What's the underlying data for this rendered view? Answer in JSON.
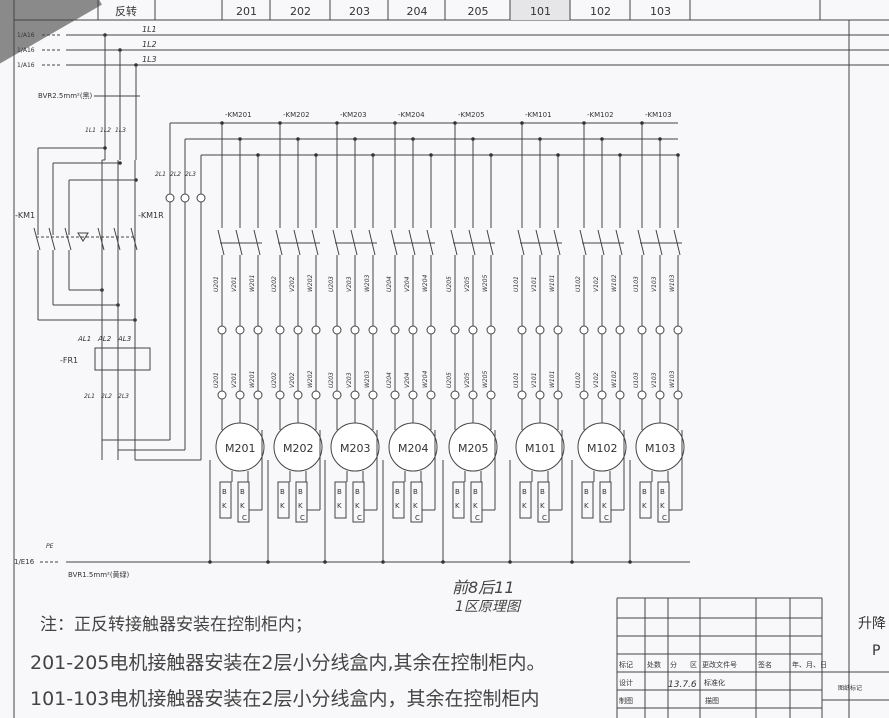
{
  "header_row": {
    "reverse_label": "反转",
    "columns": [
      "201",
      "202",
      "203",
      "204",
      "205",
      "101",
      "102",
      "103"
    ]
  },
  "supply": {
    "inputs": [
      "1/A16",
      "1/A16",
      "1/A16"
    ],
    "lines": [
      "1L1",
      "1L2",
      "1L3"
    ],
    "cable": "BVR2.5mm²(黑)",
    "drop_labels": [
      "1L1",
      "1L2",
      "1L3"
    ]
  },
  "reversing": {
    "km1": "-KM1",
    "km1r": "-KM1R",
    "bus_labels": [
      "2L1",
      "2L2",
      "2L3"
    ],
    "fr_label": "-FR1",
    "fr_in": [
      "AL1",
      "AL2",
      "AL3"
    ],
    "fr_out": [
      "2L1",
      "2L2",
      "2L3"
    ]
  },
  "motors": [
    {
      "contactor": "-KM201",
      "name": "M201",
      "id": "201"
    },
    {
      "contactor": "-KM202",
      "name": "M202",
      "id": "202"
    },
    {
      "contactor": "-KM203",
      "name": "M203",
      "id": "203"
    },
    {
      "contactor": "-KM204",
      "name": "M204",
      "id": "204"
    },
    {
      "contactor": "-KM205",
      "name": "M205",
      "id": "205"
    },
    {
      "contactor": "-KM101",
      "name": "M101",
      "id": "101"
    },
    {
      "contactor": "-KM102",
      "name": "M102",
      "id": "102"
    },
    {
      "contactor": "-KM103",
      "name": "M103",
      "id": "103"
    }
  ],
  "phases": [
    "U",
    "V",
    "W"
  ],
  "brake_letters": [
    "B",
    "K",
    "B",
    "K",
    "C"
  ],
  "pe": {
    "label": "PE",
    "input": "1/E16",
    "cable": "BVR1.5mm²(黄绿)"
  },
  "drawing_caption": {
    "line1": "前8后11",
    "line2": "1区原理图"
  },
  "notes": [
    "注：正反转接触器安装在控制柜内；",
    "201-205电机接触器安装在2层小分线盒内,其余在控制柜内。",
    "101-103电机接触器安装在2层小分线盒内，其余在控制柜内"
  ],
  "title_block": {
    "headers": [
      "标记",
      "处数",
      "分",
      "区",
      "更改文件号",
      "签名",
      "年、月、日"
    ],
    "design_label": "设计",
    "design_date": "13.7.6",
    "standard_label": "标准化",
    "draw_label": "制图",
    "trace_label": "描图",
    "drawing_mark_label": "图纸标记",
    "project_title": "升降",
    "project_code": "P"
  }
}
